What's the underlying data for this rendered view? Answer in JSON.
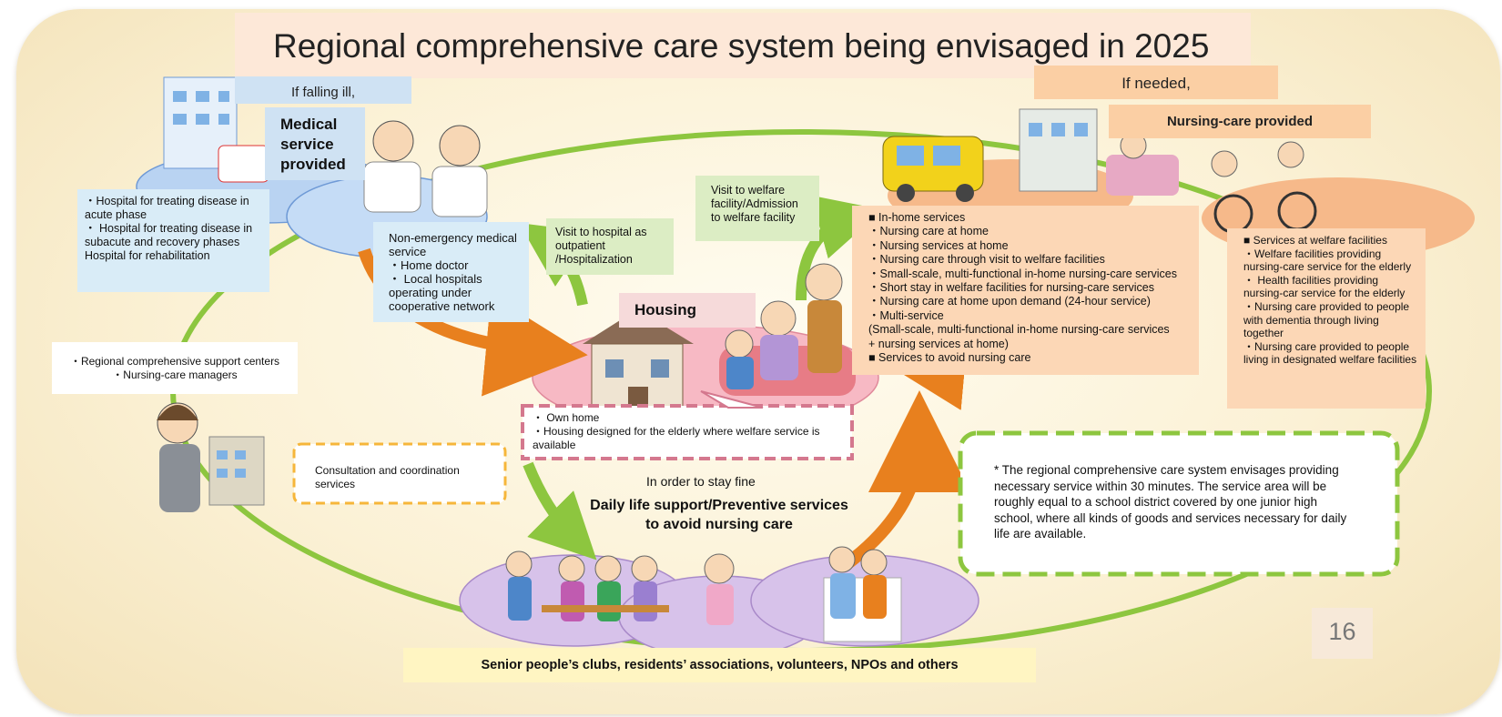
{
  "title": "Regional comprehensive care system being envisaged in 2025",
  "medical": {
    "header": "If falling ill,",
    "title": "Medical service provided",
    "hospitals": [
      "・Hospital for treating disease in acute phase",
      "・ Hospital for treating disease in subacute and recovery phases",
      " Hospital for rehabilitation"
    ],
    "clinics": [
      "Non-emergency medical service",
      "・Home doctor",
      "・ Local hospitals operating under cooperative network"
    ]
  },
  "visit_hospital": "Visit to hospital as outpatient /Hospitalization",
  "visit_welfare": "Visit to welfare facility/Admission to welfare facility",
  "nursing": {
    "header": "If needed,",
    "title": "Nursing-care provided",
    "in_home": [
      "■ In-home services",
      "・Nursing care at home",
      "・Nursing services at home",
      "・Nursing care through visit to welfare facilities",
      "・Small-scale, multi-functional in-home nursing-care services",
      "・Short stay in welfare facilities for nursing-care services",
      "・Nursing care at home upon demand (24-hour service)",
      "・Multi-service",
      "(Small-scale, multi-functional in-home nursing-care services",
      "+ nursing services at home)",
      "■ Services to avoid nursing care"
    ],
    "facilities": [
      "■ Services at welfare facilities",
      "・Welfare facilities providing nursing-care service for the elderly",
      "・ Health facilities providing nursing-car service for the elderly",
      "・Nursing care provided to people with dementia through living together",
      "・Nursing care provided to people living in designated welfare facilities"
    ]
  },
  "housing": {
    "title": "Housing",
    "items": [
      "・ Own home",
      "・Housing designed for the elderly where welfare service is available"
    ]
  },
  "support_centers": [
    "・Regional comprehensive support centers",
    "・Nursing-care managers"
  ],
  "consultation": "Consultation and coordination services",
  "daily_life": {
    "subtitle": "In order to stay fine",
    "title_line1": "Daily life support/Preventive services",
    "title_line2": "to avoid nursing care"
  },
  "note": "* The regional comprehensive care system envisages providing necessary service within 30 minutes. The service area will be roughly equal to a school district covered by one junior high school, where all kinds of goods and services necessary for daily life are available.",
  "community": "Senior people’s clubs, residents’ associations, volunteers, NPOs and others",
  "page_number": "16",
  "colors": {
    "ring": "#8dc63f",
    "arrow": "#e8801e",
    "medical_oval": "#b9d3f2",
    "nursing_oval": "#f6b98a",
    "housing_oval": "#f7b9c4",
    "community_oval": "#d7c2ea"
  }
}
